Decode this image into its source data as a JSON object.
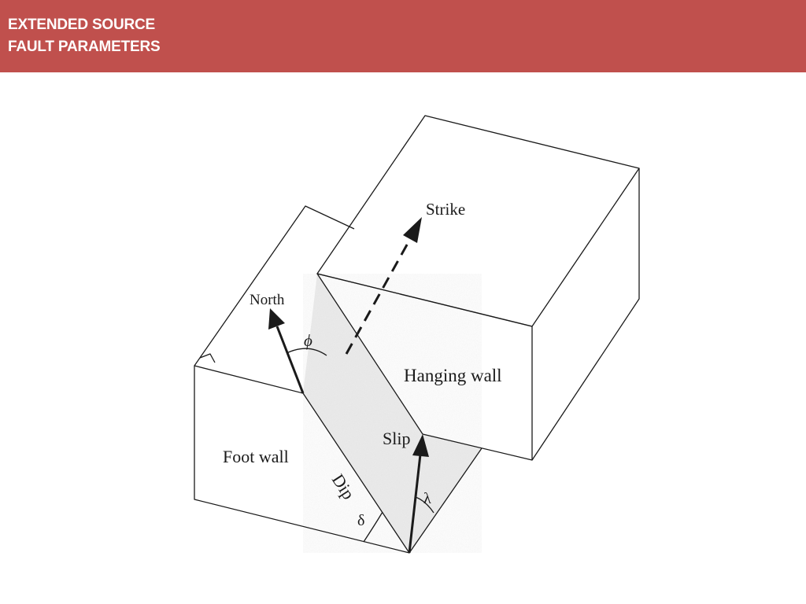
{
  "header": {
    "title_line1": "EXTENDED SOURCE",
    "title_line2": "FAULT PARAMETERS"
  },
  "diagram": {
    "labels": {
      "strike": "Strike",
      "north": "North",
      "phi": "ϕ",
      "hanging_wall": "Hanging wall",
      "slip": "Slip",
      "foot_wall": "Foot wall",
      "dip": "Dip",
      "delta": "δ",
      "lambda": "λ"
    }
  },
  "colors": {
    "header_band": "#c0504d",
    "header_text": "#ffffff",
    "line": "#1a1a1a"
  }
}
